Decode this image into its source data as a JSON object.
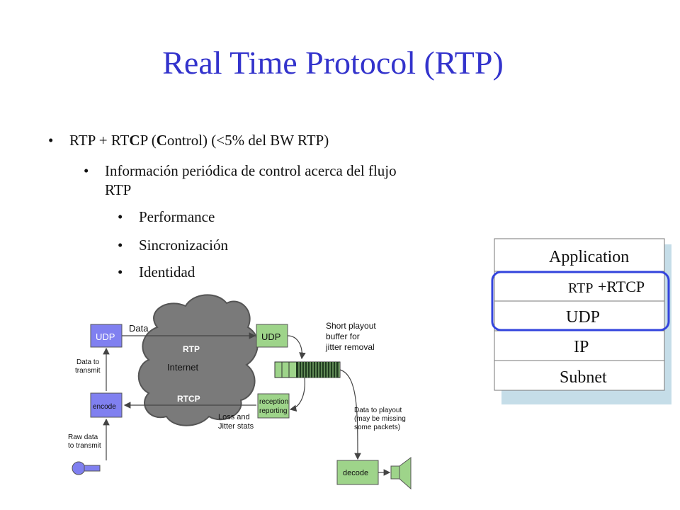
{
  "title": "Real Time Protocol (RTP)",
  "bullets": {
    "l1": {
      "pre": "RTP + RT",
      "bold1": "C",
      "mid": "P (",
      "bold2": "C",
      "post": "ontrol)   (<5% del BW RTP)"
    },
    "l2": "Información periódica de control acerca del flujo RTP",
    "l3": [
      "Performance",
      "Sincronización",
      "Identidad"
    ]
  },
  "bullet_glyph": "•",
  "diagram": {
    "udp_sender": "UDP",
    "data_label": "Data",
    "data_to_transmit": [
      "Data to",
      "transmit"
    ],
    "encode": "encode",
    "raw_data": [
      "Raw data",
      "to transmit"
    ],
    "cloud_rtp": "RTP",
    "cloud_internet": "Internet",
    "cloud_rtcp": "RTCP",
    "udp_receiver": "UDP",
    "buffer_text": [
      "Short playout",
      "buffer for",
      "jitter removal"
    ],
    "reception": [
      "reception",
      "reporting"
    ],
    "loss_stats": [
      "Loss and",
      "Jitter stats"
    ],
    "data_to_playout": [
      "Data to playout",
      "(may be missing",
      "some packets)"
    ],
    "decode": "decode"
  },
  "stack": {
    "layers": [
      "Application",
      "RTP",
      "UDP",
      "IP",
      "Subnet"
    ],
    "rtcp_label": "+RTCP",
    "highlight_color": "#3344dd"
  },
  "colors": {
    "title": "#3333cc",
    "udp_box": "#8080f0",
    "green_box": "#9ed48a",
    "cloud": "#7a7a7a"
  }
}
